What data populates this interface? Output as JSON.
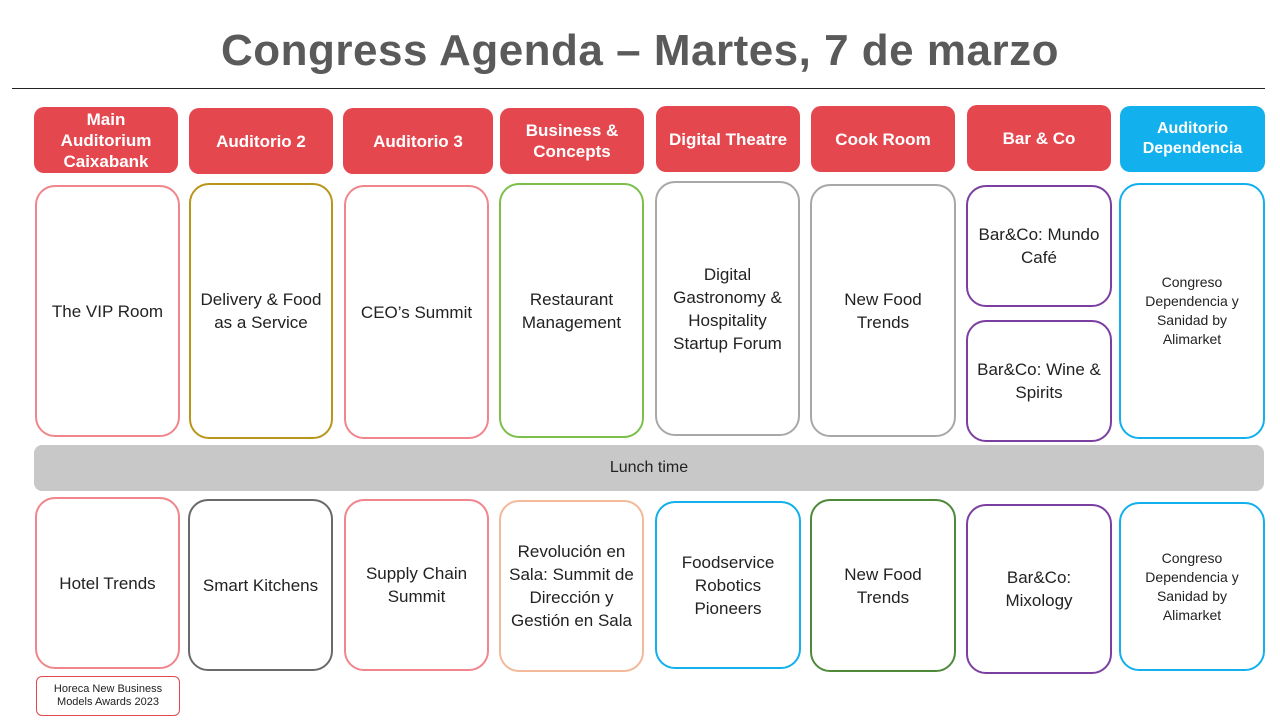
{
  "title": "Congress Agenda – Martes, 7 de marzo",
  "rooms": [
    "Main Auditorium Caixabank",
    "Auditorio 2",
    "Auditorio 3",
    "Business & Concepts",
    "Digital Theatre",
    "Cook Room",
    "Bar & Co",
    "Auditorio Dependencia"
  ],
  "morning": [
    "The VIP Room",
    "Delivery & Food as a Service",
    "CEO’s Summit",
    "Restaurant Management",
    "Digital Gastronomy & Hospitality Startup Forum",
    "New Food Trends",
    "Bar&Co: Mundo Café",
    "Bar&Co: Wine & Spirits",
    "Congreso Dependencia y Sanidad by Alimarket"
  ],
  "lunch": "Lunch time",
  "afternoon": [
    "Hotel Trends",
    "Smart Kitchens",
    "Supply Chain Summit",
    "Revolución en Sala: Summit de Dirección y Gestión en Sala",
    "Foodservice Robotics Pioneers",
    "New Food Trends",
    "Bar&Co: Mixology",
    "Congreso Dependencia y Sanidad by Alimarket"
  ],
  "award": "Horeca New Business Models Awards 2023",
  "colors": {
    "header_red": "#e5474f",
    "header_blue": "#12b0ec",
    "title_gray": "#5a5a5a"
  }
}
